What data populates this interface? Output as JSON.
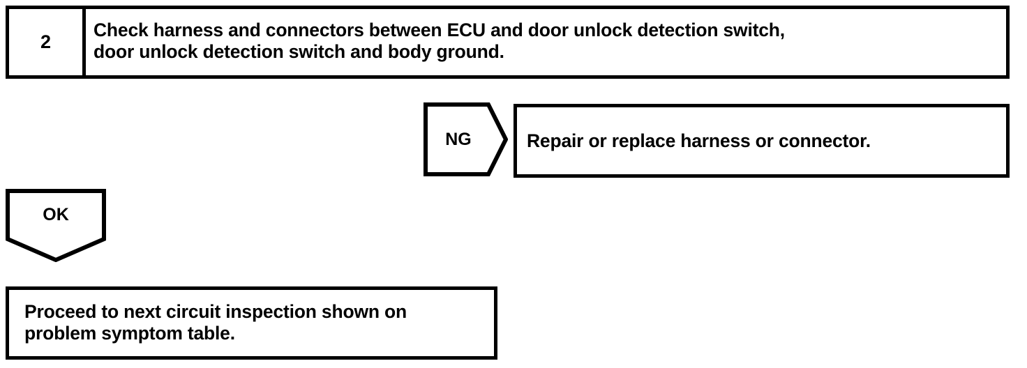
{
  "document": {
    "type": "troubleshooting-flowchart",
    "line_color": "#000000",
    "background_color": "#ffffff"
  },
  "step": {
    "number": "2",
    "instruction": "Check harness and connectors between ECU and door unlock detection switch,\ndoor unlock detection switch and body ground."
  },
  "branches": {
    "ng": {
      "label": "NG",
      "direction": "right",
      "result_text": "Repair or replace harness or connector."
    },
    "ok": {
      "label": "OK",
      "direction": "down",
      "result_text": "Proceed to next circuit inspection shown on\nproblem symptom table."
    }
  }
}
